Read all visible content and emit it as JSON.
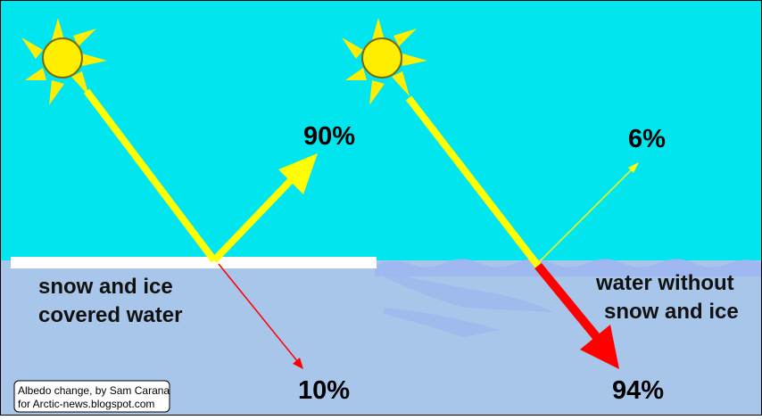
{
  "diagram": {
    "colors": {
      "sky": "#00e5ee",
      "water": "#a8c6ea",
      "snow_ice": "#ffffff",
      "sunlight": "#ffff00",
      "absorbed": "#ff0000",
      "sun": "#ffee00"
    },
    "left_panel": {
      "reflected_pct": "90%",
      "absorbed_pct": "10%",
      "surface_label_line1": "snow and ice",
      "surface_label_line2": "covered water"
    },
    "right_panel": {
      "reflected_pct": "6%",
      "absorbed_pct": "94%",
      "surface_label_line1": "water without",
      "surface_label_line2": "snow and ice"
    },
    "credit": {
      "line1": "Albedo change, by Sam Carana",
      "line2": "for Arctic-news.blogspot.com"
    }
  }
}
